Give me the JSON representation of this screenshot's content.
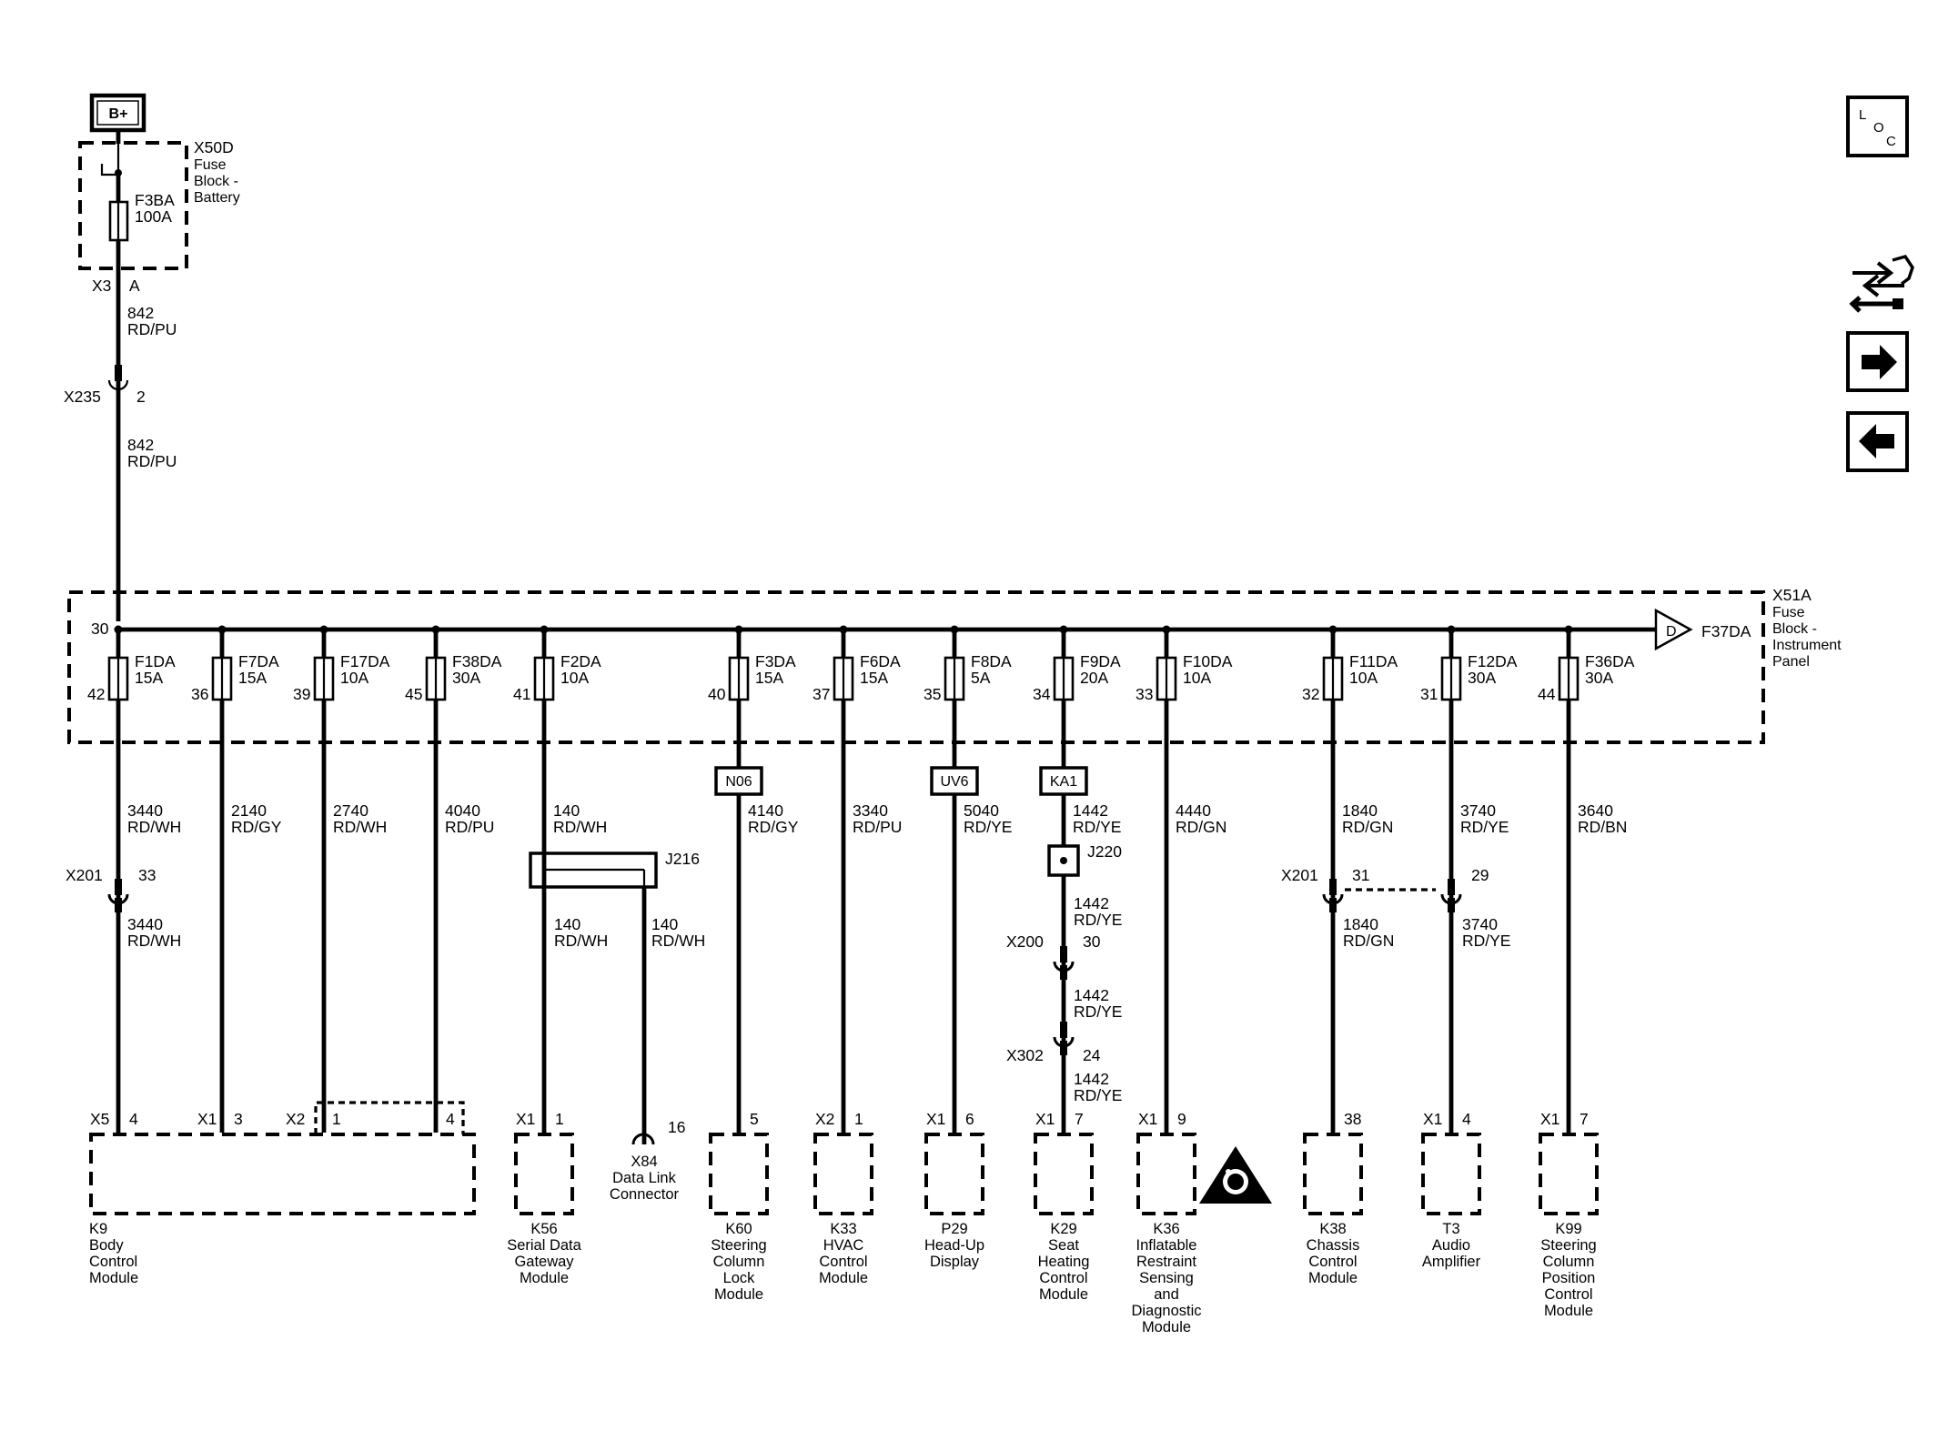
{
  "source": {
    "label": "B+",
    "block_name": "X50D",
    "block_desc": [
      "Fuse",
      "Block -",
      "Battery"
    ],
    "fuse_name": "F3BA",
    "fuse_rating": "100A",
    "conn": "X3",
    "pin": "A",
    "wire1": [
      "842",
      "RD/PU"
    ],
    "splice_name": "X235",
    "splice_pin": "2",
    "wire2": [
      "842",
      "RD/PU"
    ]
  },
  "fuse_block": {
    "name": "X51A",
    "desc": [
      "Fuse",
      "Block -",
      "Instrument",
      "Panel"
    ],
    "bus_pin": "30",
    "ref_letter": "D",
    "ref_text": "F37DA"
  },
  "fuses": [
    {
      "name": "F1DA",
      "rating": "15A",
      "pin": "42"
    },
    {
      "name": "F7DA",
      "rating": "15A",
      "pin": "36"
    },
    {
      "name": "F17DA",
      "rating": "10A",
      "pin": "39"
    },
    {
      "name": "F38DA",
      "rating": "30A",
      "pin": "45"
    },
    {
      "name": "F2DA",
      "rating": "10A",
      "pin": "41"
    },
    {
      "name": "F3DA",
      "rating": "15A",
      "pin": "40"
    },
    {
      "name": "F6DA",
      "rating": "15A",
      "pin": "37"
    },
    {
      "name": "F8DA",
      "rating": "5A",
      "pin": "35"
    },
    {
      "name": "F9DA",
      "rating": "20A",
      "pin": "34"
    },
    {
      "name": "F10DA",
      "rating": "10A",
      "pin": "33"
    },
    {
      "name": "F11DA",
      "rating": "10A",
      "pin": "32"
    },
    {
      "name": "F12DA",
      "rating": "30A",
      "pin": "31"
    },
    {
      "name": "F36DA",
      "rating": "30A",
      "pin": "44"
    }
  ],
  "options": [
    {
      "code": "N06"
    },
    {
      "code": "UV6"
    },
    {
      "code": "KA1"
    }
  ],
  "wires": [
    {
      "circuit": "3440",
      "color": "RD/WH"
    },
    {
      "circuit": "2140",
      "color": "RD/GY"
    },
    {
      "circuit": "2740",
      "color": "RD/WH"
    },
    {
      "circuit": "4040",
      "color": "RD/PU"
    },
    {
      "circuit": "140",
      "color": "RD/WH"
    },
    {
      "circuit": "4140",
      "color": "RD/GY"
    },
    {
      "circuit": "3340",
      "color": "RD/PU"
    },
    {
      "circuit": "5040",
      "color": "RD/YE"
    },
    {
      "circuit": "1442",
      "color": "RD/YE"
    },
    {
      "circuit": "4440",
      "color": "RD/GN"
    },
    {
      "circuit": "1840",
      "color": "RD/GN"
    },
    {
      "circuit": "3740",
      "color": "RD/YE"
    },
    {
      "circuit": "3640",
      "color": "RD/BN"
    }
  ],
  "inline": {
    "x201a": {
      "name": "X201",
      "pin": "33",
      "wire": [
        "3440",
        "RD/WH"
      ]
    },
    "j216": {
      "name": "J216",
      "wire_a": [
        "140",
        "RD/WH"
      ],
      "wire_b": [
        "140",
        "RD/WH"
      ]
    },
    "j220": {
      "name": "J220",
      "wire": [
        "1442",
        "RD/YE"
      ]
    },
    "x200": {
      "name": "X200",
      "pin": "30",
      "wire": [
        "1442",
        "RD/YE"
      ]
    },
    "x302": {
      "name": "X302",
      "pin": "24",
      "wire": [
        "1442",
        "RD/YE"
      ]
    },
    "x201b": {
      "name": "X201",
      "pin_a": "31",
      "pin_b": "29",
      "wire_a": [
        "1840",
        "RD/GN"
      ],
      "wire_b": [
        "3740",
        "RD/YE"
      ]
    }
  },
  "k9": {
    "conns": [
      {
        "conn": "X5",
        "pin": "4"
      },
      {
        "conn": "X1",
        "pin": "3"
      },
      {
        "conn": "X2",
        "pin": "1"
      },
      {
        "conn": "",
        "pin": "4"
      }
    ],
    "label": [
      "K9",
      "Body",
      "Control",
      "Module"
    ]
  },
  "modules": [
    {
      "conn": "X1",
      "pin": "1",
      "label": [
        "K56",
        "Serial Data",
        "Gateway",
        "Module"
      ]
    },
    {
      "conn": "",
      "pin": "16",
      "label": [
        "X84",
        "Data Link",
        "Connector"
      ]
    },
    {
      "conn": "",
      "pin": "5",
      "label": [
        "K60",
        "Steering",
        "Column",
        "Lock",
        "Module"
      ]
    },
    {
      "conn": "X2",
      "pin": "1",
      "label": [
        "K33",
        "HVAC",
        "Control",
        "Module"
      ]
    },
    {
      "conn": "X1",
      "pin": "6",
      "label": [
        "P29",
        "Head-Up",
        "Display"
      ]
    },
    {
      "conn": "X1",
      "pin": "7",
      "label": [
        "K29",
        "Seat",
        "Heating",
        "Control",
        "Module"
      ]
    },
    {
      "conn": "X1",
      "pin": "9",
      "label": [
        "K36",
        "Inflatable",
        "Restraint",
        "Sensing",
        "and",
        "Diagnostic",
        "Module"
      ]
    },
    {
      "conn": "",
      "pin": "38",
      "label": [
        "K38",
        "Chassis",
        "Control",
        "Module"
      ]
    },
    {
      "conn": "X1",
      "pin": "4",
      "label": [
        "T3",
        "Audio",
        "Amplifier"
      ]
    },
    {
      "conn": "X1",
      "pin": "7",
      "label": [
        "K99",
        "Steering",
        "Column",
        "Position",
        "Control",
        "Module"
      ]
    }
  ],
  "nav": {
    "loc": [
      "L",
      "O",
      "C"
    ],
    "icons": [
      "harness-routing-icon",
      "next-page-icon",
      "previous-page-icon"
    ]
  }
}
